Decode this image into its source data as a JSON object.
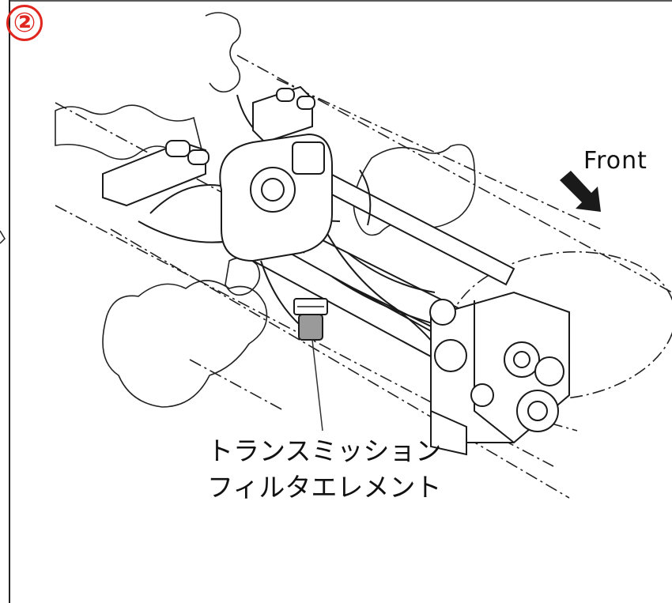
{
  "step": {
    "number": "②"
  },
  "direction": {
    "label": "Front"
  },
  "callout": {
    "line1": "トランスミッション",
    "line2": "フィルタエレメント"
  },
  "colors": {
    "accent": "#e0271f",
    "line": "#1a1a1a",
    "filter_fill": "#9a9a9a"
  },
  "icons": {
    "direction_arrow": "arrow-down-right-icon"
  }
}
